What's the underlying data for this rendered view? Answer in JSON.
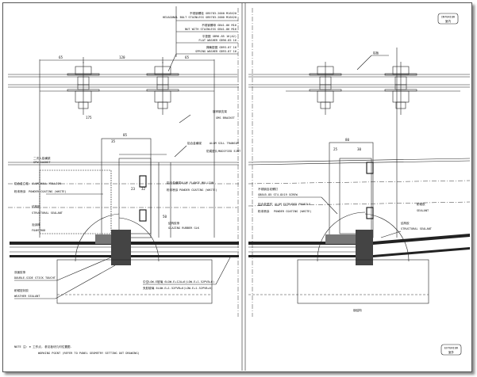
{
  "top_callout": [
    {
      "cn": "不锈钢螺栓 GB5783-2000 M16X20",
      "en": "HEXAGONAL BOLT STAINLESS GB5783-2000 M16X20"
    },
    {
      "cn": "不锈钢螺母 GB41-86 M16",
      "en": "NUT WITH STAINLESS GB41-86 M16"
    },
    {
      "cn": "平垫圈 GB96-85 16(A2)",
      "en": "FLAT WASHER GB96-85 16"
    },
    {
      "cn": "弹簧垫圈 GB93-87 16",
      "en": "SPRING WASHER GB93-87 16"
    }
  ],
  "dimensions": {
    "left": "65",
    "middle": "120",
    "right": "65",
    "d1": "85",
    "d2": "35",
    "d3": "23",
    "d4": "32",
    "d5": "50",
    "d6": "175",
    "d7": "80",
    "d8": "25",
    "d9": "30"
  },
  "left_labels": [
    {
      "cn": "二次入铝横梁",
      "en": "SPW GASKET"
    },
    {
      "cn": "铝合金立柱",
      "en": "ALUM WALL MULLION"
    },
    {
      "cn": "粉末喷涂",
      "en": "POWDER COATING (WHITE)"
    },
    {
      "cn": "结构胶",
      "en": "STRUCTURAL SEALANT"
    },
    {
      "cn": "泡沫棒",
      "en": "FOAM ROD"
    },
    {
      "cn": "双面胶条",
      "en": "DOUBLE-SIDE STICK TOUCHT"
    },
    {
      "cn": "耐候密封胶",
      "en": "WEATHER SEALANT"
    }
  ],
  "center_labels": [
    {
      "cn": "镀锌钢支架",
      "en": "GMS BRACKET"
    },
    {
      "cn": "铝合金横梁",
      "en": "ALUM SILL TRANSOM"
    },
    {
      "cn": "防腐垫片",
      "en": "MODIFIED EJMT"
    },
    {
      "cn": "铝合金横梁",
      "en": "ALUM FLANGE MULLION"
    },
    {
      "cn": "粉末喷涂",
      "en": "POWDER COATING (WHITE)"
    },
    {
      "cn": "结构胶条",
      "en": "GLAZING RUBBER GLK"
    }
  ],
  "glass_labels": [
    "中空LOW-E玻璃 6LOW-E+12A+6(LOW-E+1.52PVB+6)",
    "夹胶玻璃 6LOW-E+1.52PVB+6(LOW-E+1.52PVB+6)"
  ],
  "right_labels": [
    {
      "cn": "铝板",
      "en": ""
    },
    {
      "cn": "不锈钢自攻螺钉",
      "en": "GB845-85 ST4.8X19 SCREW"
    },
    {
      "cn": "铝合金型材",
      "en": "ALUM EXTRUDED PROFILE"
    },
    {
      "cn": "粉末喷涂",
      "en": "POWDER COATING (WHITE)"
    },
    {
      "cn": "耐候胶",
      "en": "SEALANT"
    },
    {
      "cn": "结构胶",
      "en": "STRUCTURAL SEALANT"
    },
    {
      "cn": "钢结构",
      "en": ""
    }
  ],
  "tags": {
    "interior_en": "INTERIOR",
    "interior_cn": "室内",
    "exterior_en": "EXTERIOR",
    "exterior_cn": "室外"
  },
  "note": {
    "line1": "NOTE 注: ⊕ 工作点, 参见板块几何位置图.",
    "line2": "WORKING POINT (REFER TO PANEL GEOMETRY SETTING OUT DRAWING)"
  }
}
